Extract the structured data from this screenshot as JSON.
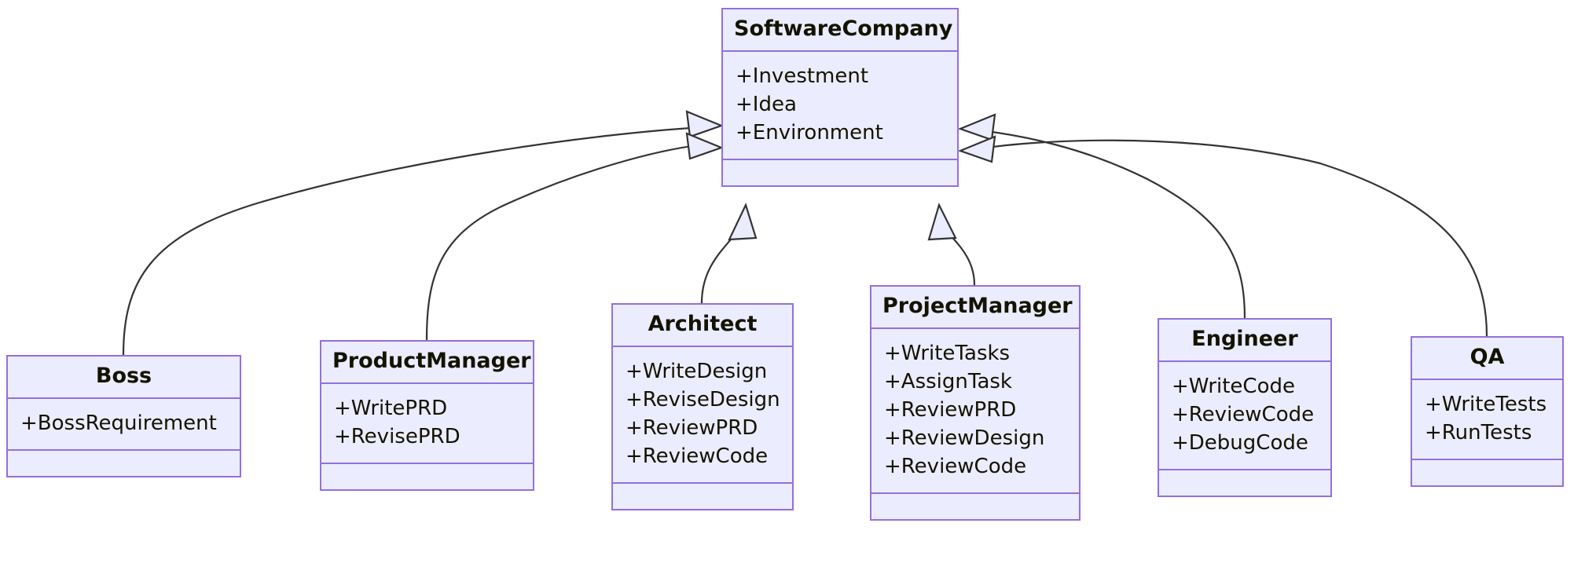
{
  "diagram": {
    "type": "uml-class-diagram",
    "title": "",
    "colors": {
      "node_fill": "#ECECFF",
      "node_border": "#9370DB",
      "edge_stroke": "#333333",
      "text": "#131300",
      "background": "#FFFFFF",
      "arrowhead_fill": "#ECECFF"
    },
    "relationship_type": "generalization",
    "arrowhead": "hollow-triangle"
  },
  "classes": [
    {
      "id": "software-company",
      "name": "SoftwareCompany",
      "attributes": [
        "+Investment",
        "+Idea",
        "+Environment"
      ],
      "methods": []
    },
    {
      "id": "boss",
      "name": "Boss",
      "attributes": [
        "+BossRequirement"
      ],
      "methods": []
    },
    {
      "id": "product-manager",
      "name": "ProductManager",
      "attributes": [
        "+WritePRD",
        "+RevisePRD"
      ],
      "methods": []
    },
    {
      "id": "architect",
      "name": "Architect",
      "attributes": [
        "+WriteDesign",
        "+ReviseDesign",
        "+ReviewPRD",
        "+ReviewCode"
      ],
      "methods": []
    },
    {
      "id": "project-manager",
      "name": "ProjectManager",
      "attributes": [
        "+WriteTasks",
        "+AssignTask",
        "+ReviewPRD",
        "+ReviewDesign",
        "+ReviewCode"
      ],
      "methods": []
    },
    {
      "id": "engineer",
      "name": "Engineer",
      "attributes": [
        "+WriteCode",
        "+ReviewCode",
        "+DebugCode"
      ],
      "methods": []
    },
    {
      "id": "qa",
      "name": "QA",
      "attributes": [
        "+WriteTests",
        "+RunTests"
      ],
      "methods": []
    }
  ],
  "relationships": [
    {
      "from": "Boss",
      "to": "SoftwareCompany",
      "kind": "generalization"
    },
    {
      "from": "ProductManager",
      "to": "SoftwareCompany",
      "kind": "generalization"
    },
    {
      "from": "Architect",
      "to": "SoftwareCompany",
      "kind": "generalization"
    },
    {
      "from": "ProjectManager",
      "to": "SoftwareCompany",
      "kind": "generalization"
    },
    {
      "from": "Engineer",
      "to": "SoftwareCompany",
      "kind": "generalization"
    },
    {
      "from": "QA",
      "to": "SoftwareCompany",
      "kind": "generalization"
    }
  ]
}
